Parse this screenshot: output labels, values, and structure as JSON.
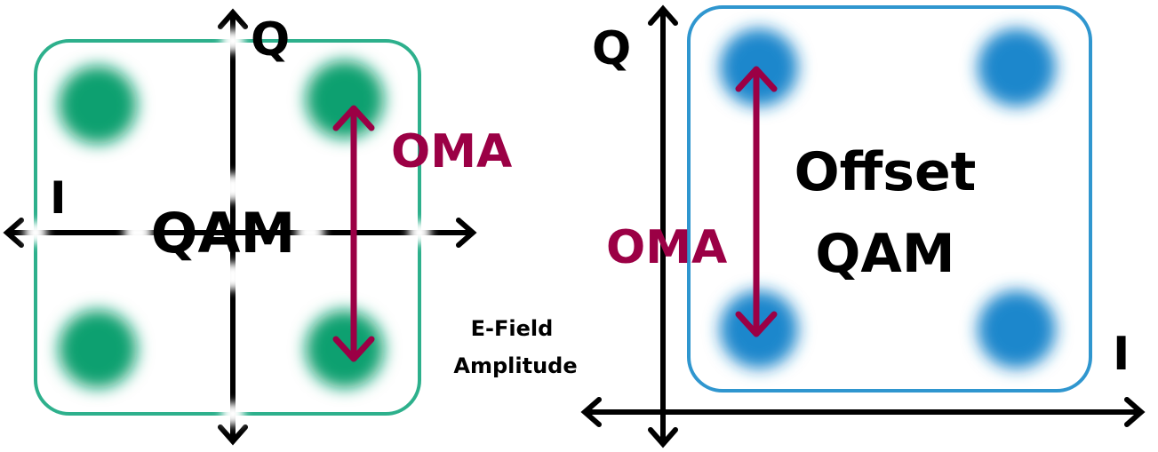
{
  "colors": {
    "qam_border": "#2db08c",
    "qam_dot": "#10a070",
    "offset_border": "#2f96cf",
    "offset_dot": "#1f87cc",
    "oma": "#9b0045",
    "axis": "#000000",
    "text": "#000000"
  },
  "qam": {
    "title": "QAM",
    "i_label": "I",
    "q_label": "Q",
    "oma_label": "OMA"
  },
  "center": {
    "line1": "E-Field",
    "line2": "Amplitude"
  },
  "offset_qam": {
    "title_line1": "Offset",
    "title_line2": "QAM",
    "i_label": "I",
    "q_label": "Q",
    "oma_label": "OMA"
  }
}
